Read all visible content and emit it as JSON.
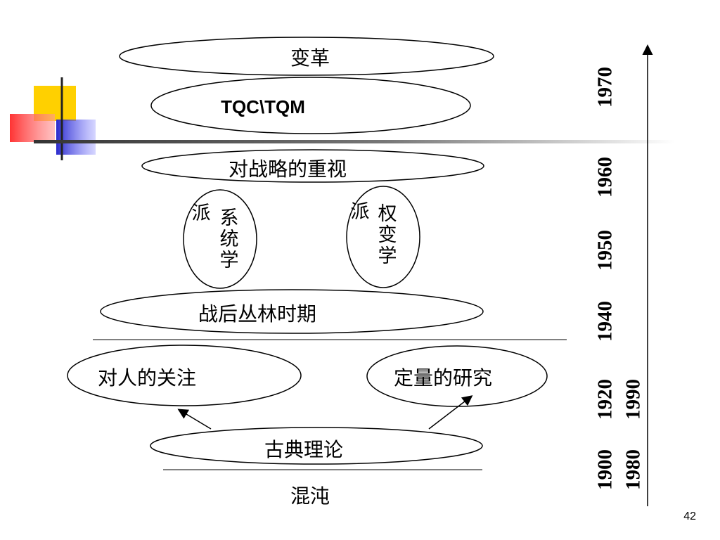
{
  "nodes": {
    "reform": "变革",
    "tqc": "TQC\\TQM",
    "strategy": "对战略的重视",
    "systems_a": "系统学",
    "systems_b": "派",
    "contingency_a": "权变学",
    "contingency_b": "派",
    "jungle": "战后丛林时期",
    "human": "对人的关注",
    "quant": "定量的研究",
    "classical": "古典理论",
    "chaos": "混沌"
  },
  "years": {
    "y1970": "1970",
    "y1960": "1960",
    "y1950": "1950",
    "y1940": "1940",
    "y1920": "1920",
    "y1900": "1900",
    "y1990": "1990",
    "y1980": "1980"
  },
  "page_number": "42",
  "colors": {
    "deco_yellow": "#ffd000",
    "deco_red": "#ff3333",
    "deco_blue": "#3333cc",
    "ink": "#000000"
  }
}
